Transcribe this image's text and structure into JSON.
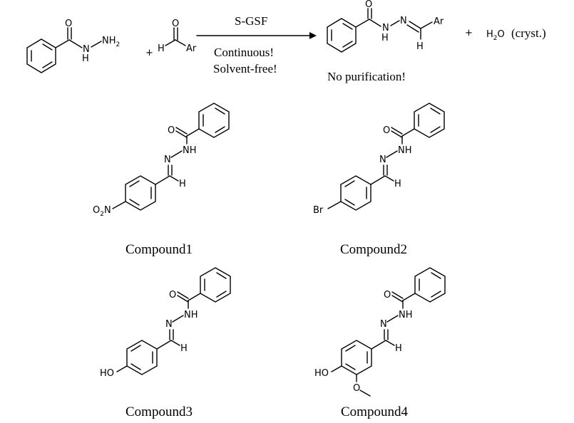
{
  "reaction": {
    "catalyst": "S-GSF",
    "condition_1": "Continuous!",
    "condition_2": "Solvent-free!",
    "product_note": "No purification!",
    "byproduct_formula": "H",
    "byproduct_sub": "2",
    "byproduct_o": "O",
    "byproduct_note": " (cryst.)",
    "plus": "+"
  },
  "atoms": {
    "O": "O",
    "H": "H",
    "N": "N",
    "NH": "NH",
    "HN": "NH",
    "NH2_main": "NH",
    "NH2_sub": "2",
    "Ar": "Ar",
    "Br": "Br",
    "HO": "HO",
    "O2N_o": "O",
    "O2N_sub": "2",
    "O2N_n": "N"
  },
  "compounds": [
    {
      "label": "Compound1"
    },
    {
      "label": "Compound2"
    },
    {
      "label": "Compound3"
    },
    {
      "label": "Compound4"
    }
  ]
}
